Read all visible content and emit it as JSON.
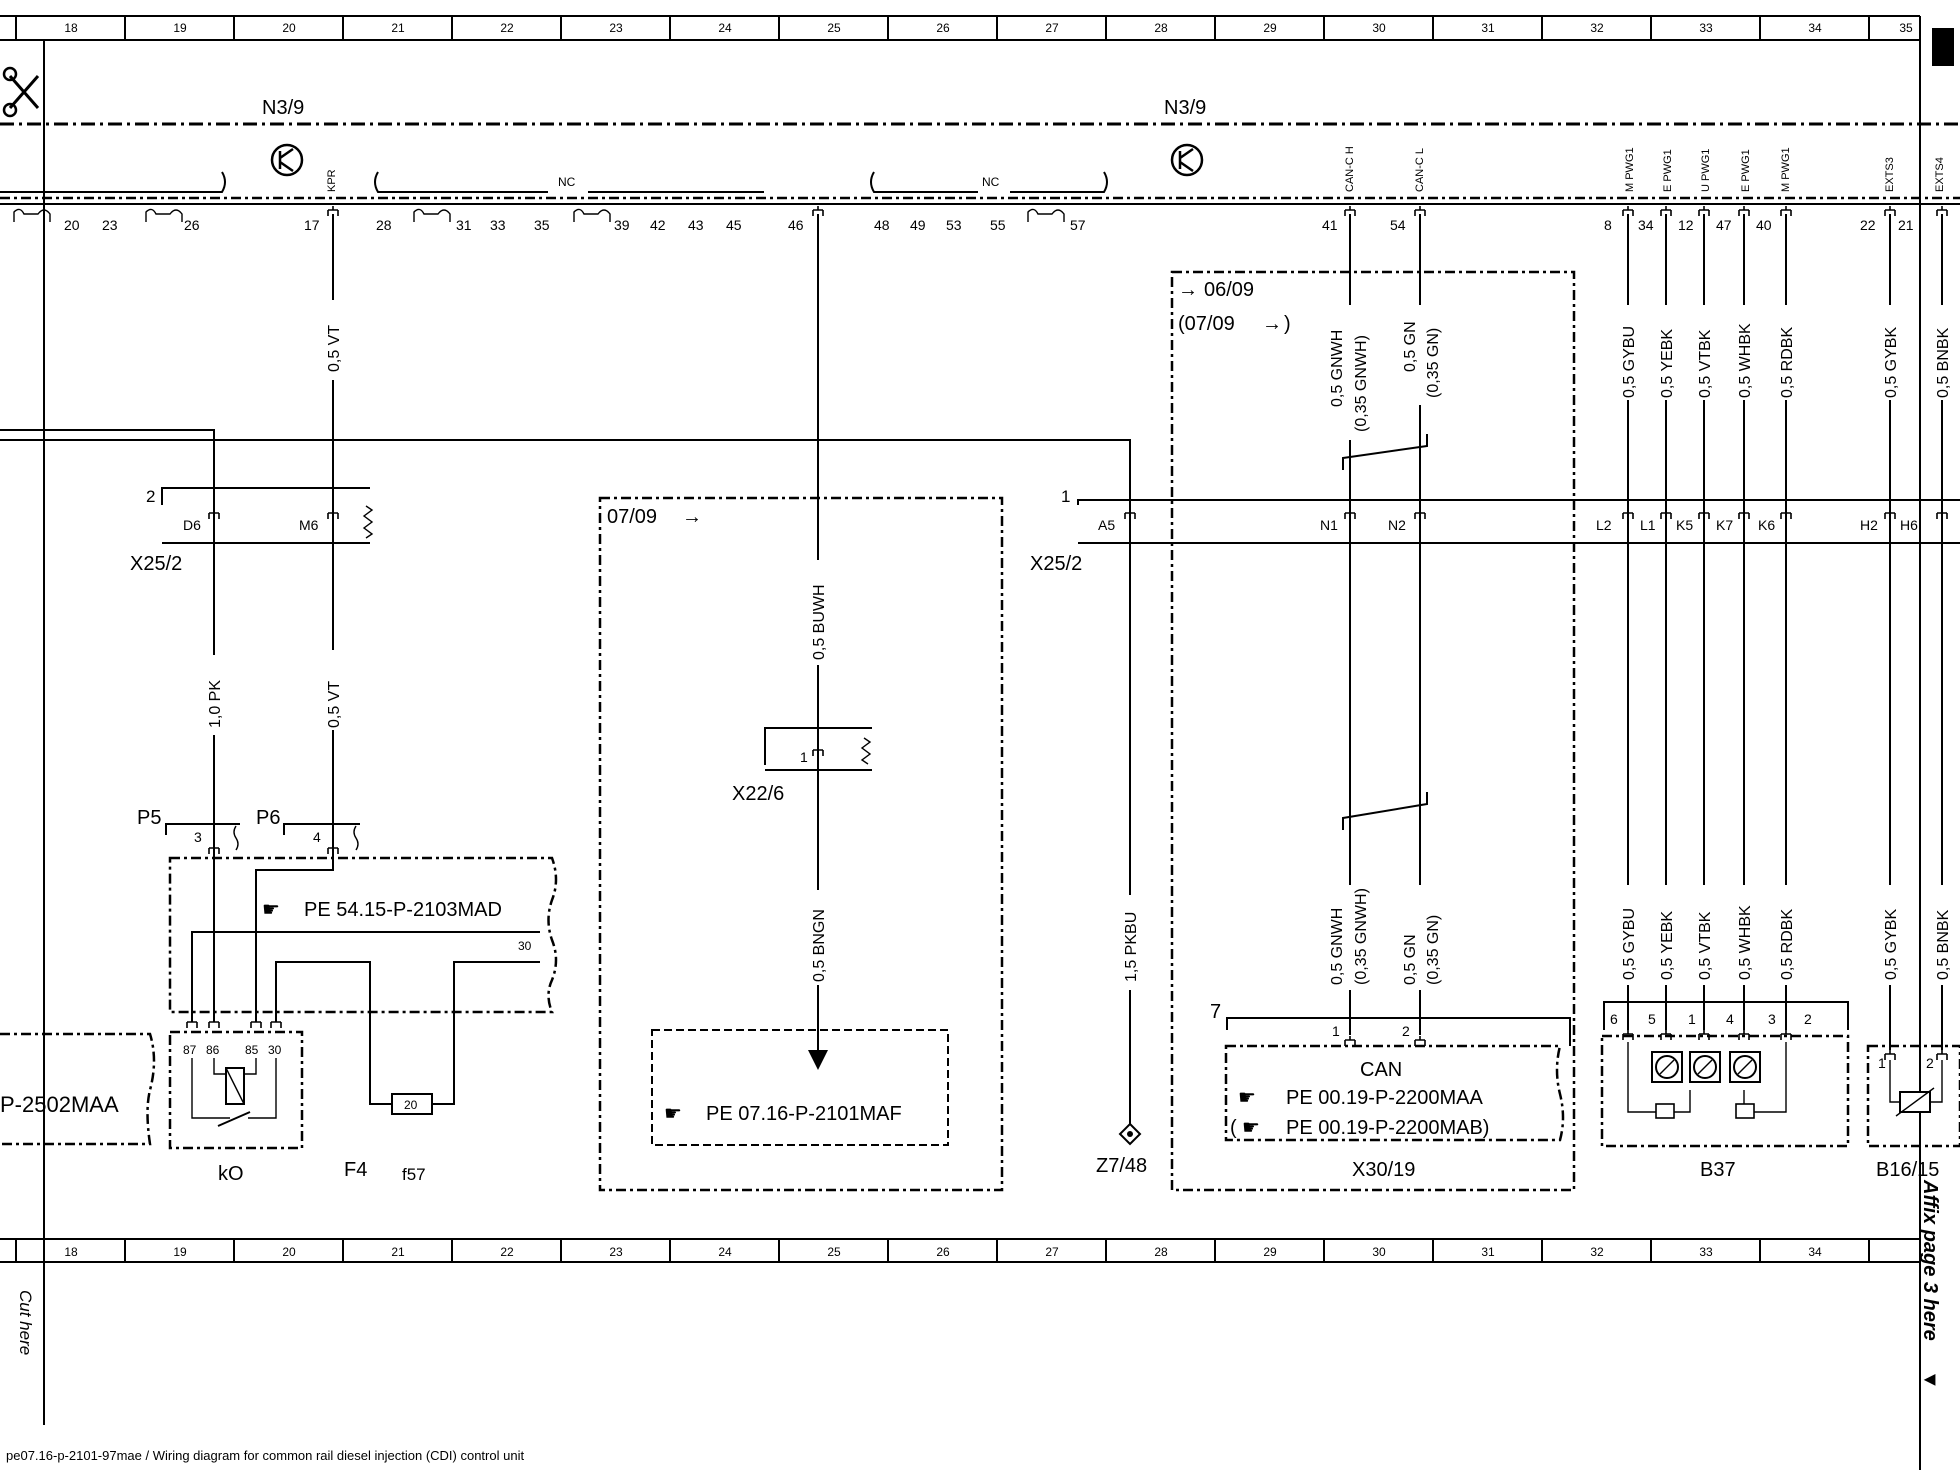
{
  "grid": {
    "columns": [
      "18",
      "19",
      "20",
      "21",
      "22",
      "23",
      "24",
      "25",
      "26",
      "27",
      "28",
      "29",
      "30",
      "31",
      "32",
      "33",
      "34"
    ],
    "partial_column": "35"
  },
  "modules": {
    "left": "N3/9",
    "right": "N3/9"
  },
  "pins_top": {
    "p20": "20",
    "p23": "23",
    "p26": "26",
    "p17": "17",
    "p28": "28",
    "p31": "31",
    "p33": "33",
    "p35": "35",
    "p39": "39",
    "p42": "42",
    "p43": "43",
    "p45": "45",
    "p46": "46",
    "p48": "48",
    "p49": "49",
    "p53": "53",
    "p55": "55",
    "p57": "57",
    "p41": "41",
    "p54": "54",
    "p8": "8",
    "p34": "34",
    "p12": "12",
    "p47": "47",
    "p40": "40",
    "p22": "22",
    "p21": "21"
  },
  "signals": {
    "kpr": "KPR",
    "nc": "NC",
    "canh": "CAN-C H",
    "canl": "CAN-C L",
    "mpwg1a": "M PWG1",
    "epwg1a": "E PWG1",
    "upwg1": "U PWG1",
    "epwg1b": "E PWG1",
    "mpwg1b": "M PWG1",
    "exts3": "EXTS3",
    "exts4": "EXTS4"
  },
  "wires": {
    "vt_top": "0,5 VT",
    "vt_low": "0,5 VT",
    "pk": "1,0 PK",
    "buwh": "0,5 BUWH",
    "bngn": "0,5 BNGN",
    "pkbu": "1,5 PKBU",
    "gnwh_top": "0,5 GNWH",
    "gnwh_top_alt": "(0,35 GNWH)",
    "gn_top": "0,5 GN",
    "gn_top_alt": "(0,35 GN)",
    "gnwh_bot": "0,5 GNWH",
    "gnwh_bot_alt": "(0,35 GNWH)",
    "gn_bot": "0,5 GN",
    "gn_bot_alt": "(0,35 GN)",
    "gybu_top": "0,5 GYBU",
    "yebk_top": "0,5 YEBK",
    "vtbk_top": "0,5 VTBK",
    "whbk_top": "0,5 WHBK",
    "rdbk_top": "0,5 RDBK",
    "gybk_top": "0,5 GYBK",
    "bnbk_top": "0,5 BNBK",
    "gybu_bot": "0,5 GYBU",
    "yebk_bot": "0,5 YEBK",
    "vtbk_bot": "0,5 VTBK",
    "whbk_bot": "0,5 WHBK",
    "rdbk_bot": "0,5 RDBK",
    "gybk_bot": "0,5 GYBK",
    "bnbk_bot": "0,5 BNBK"
  },
  "connectors": {
    "x25_left": "X25/2",
    "x25_left_num": "2",
    "d6": "D6",
    "m6": "M6",
    "x25_right": "X25/2",
    "x25_right_num": "1",
    "a5": "A5",
    "n1": "N1",
    "n2": "N2",
    "l2": "L2",
    "l1": "L1",
    "k5": "K5",
    "k7": "K7",
    "k6": "K6",
    "h2": "H2",
    "h6": "H6",
    "x22": "X22/6",
    "x22_pin": "1"
  },
  "ranges": {
    "from0609": "06/09",
    "to0709": "(07/09",
    "close_paren": ")",
    "r0709": "07/09"
  },
  "relay": {
    "p5": "P5",
    "p6": "P6",
    "pin3": "3",
    "pin4": "4",
    "ref": "PE 54.15-P-2103MAD",
    "pin30": "30",
    "r87": "87",
    "r86": "86",
    "r85": "85",
    "r30": "30",
    "fuse_val": "20",
    "ko": "kO",
    "f4": "F4",
    "f57": "f57"
  },
  "partial_ref": "P-2502MAA",
  "ref_mid": "PE 07.16-P-2101MAF",
  "ground": "Z7/48",
  "can_box": {
    "num": "7",
    "pin1": "1",
    "pin2": "2",
    "title": "CAN",
    "ref1": "PE 00.19-P-2200MAA",
    "ref2_open": "(",
    "ref2": "PE 00.19-P-2200MAB)",
    "label": "X30/19"
  },
  "b37": {
    "p6": "6",
    "p5": "5",
    "p1": "1",
    "p4": "4",
    "p3": "3",
    "p2": "2",
    "label": "B37"
  },
  "b16": {
    "p1": "1",
    "p2": "2",
    "label": "B16/15"
  },
  "margin": {
    "affix": "Affix page 3 here",
    "affix_arrow": "▼",
    "cut": "Cut here"
  },
  "footer": "pe07.16-p-2101-97mae / Wiring diagram for common rail diesel injection (CDI) control unit"
}
